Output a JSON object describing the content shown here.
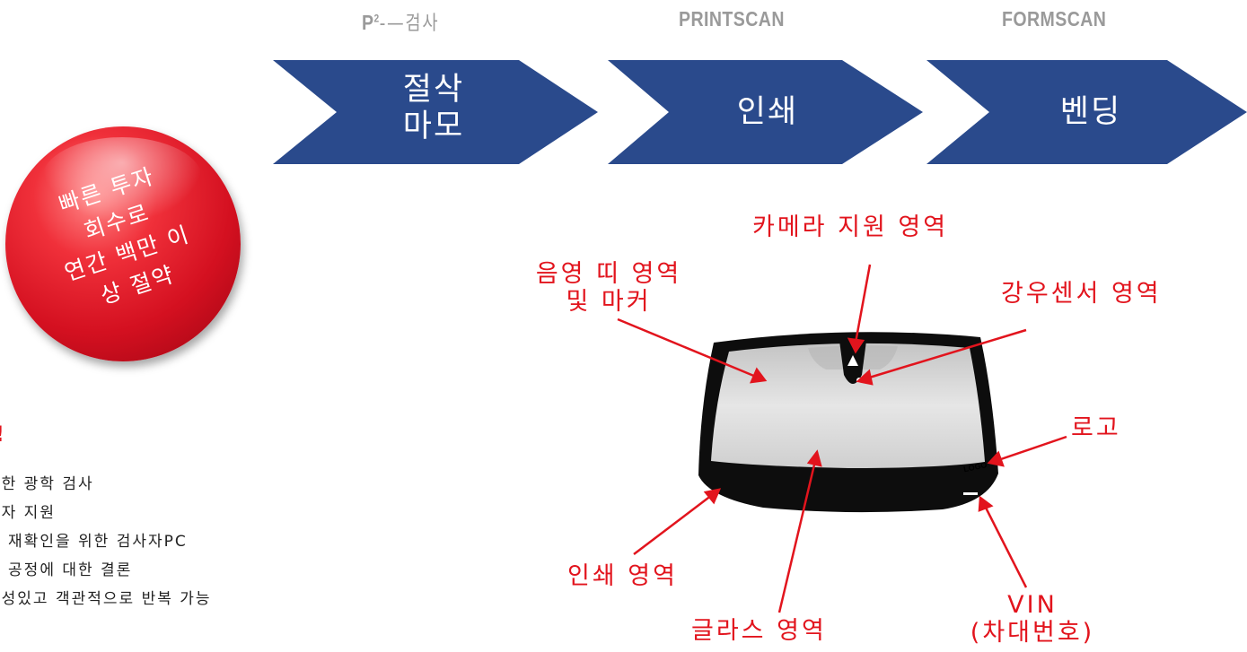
{
  "stages": [
    {
      "label_prefix": "P",
      "label_sup": "2",
      "label_rest": "-—검사",
      "text": "절삭\n마모"
    },
    {
      "label": "PRINTSCAN",
      "text": "인쇄"
    },
    {
      "label": "FORMSCAN",
      "text": "벤딩"
    }
  ],
  "badge": {
    "lines": [
      "빠른 투자",
      "회수로",
      "연간 백만 이",
      "상 절약"
    ]
  },
  "callouts": {
    "camera": "카메라 지원 영역",
    "shade_line1": "음영 띠 영역",
    "shade_line2": "및 마커",
    "rain": "강우센서 영역",
    "logo": "로고",
    "print": "인쇄 영역",
    "glass": "글라스 영역",
    "vin_line1": "VIN",
    "vin_line2": "(차대번호)"
  },
  "windshield_logo": "LOGO",
  "list_items": [
    "벽한 광학 검사",
    "사자 지원",
    "등 재확인을 위한 검사자PC",
    "산 공정에 대한 결론",
    "뢰성있고 객관적으로 반복 가능"
  ],
  "colors": {
    "chevron": "#2a4a8c",
    "accent_red": "#e2141d",
    "label_gray": "#9a9a9a"
  }
}
